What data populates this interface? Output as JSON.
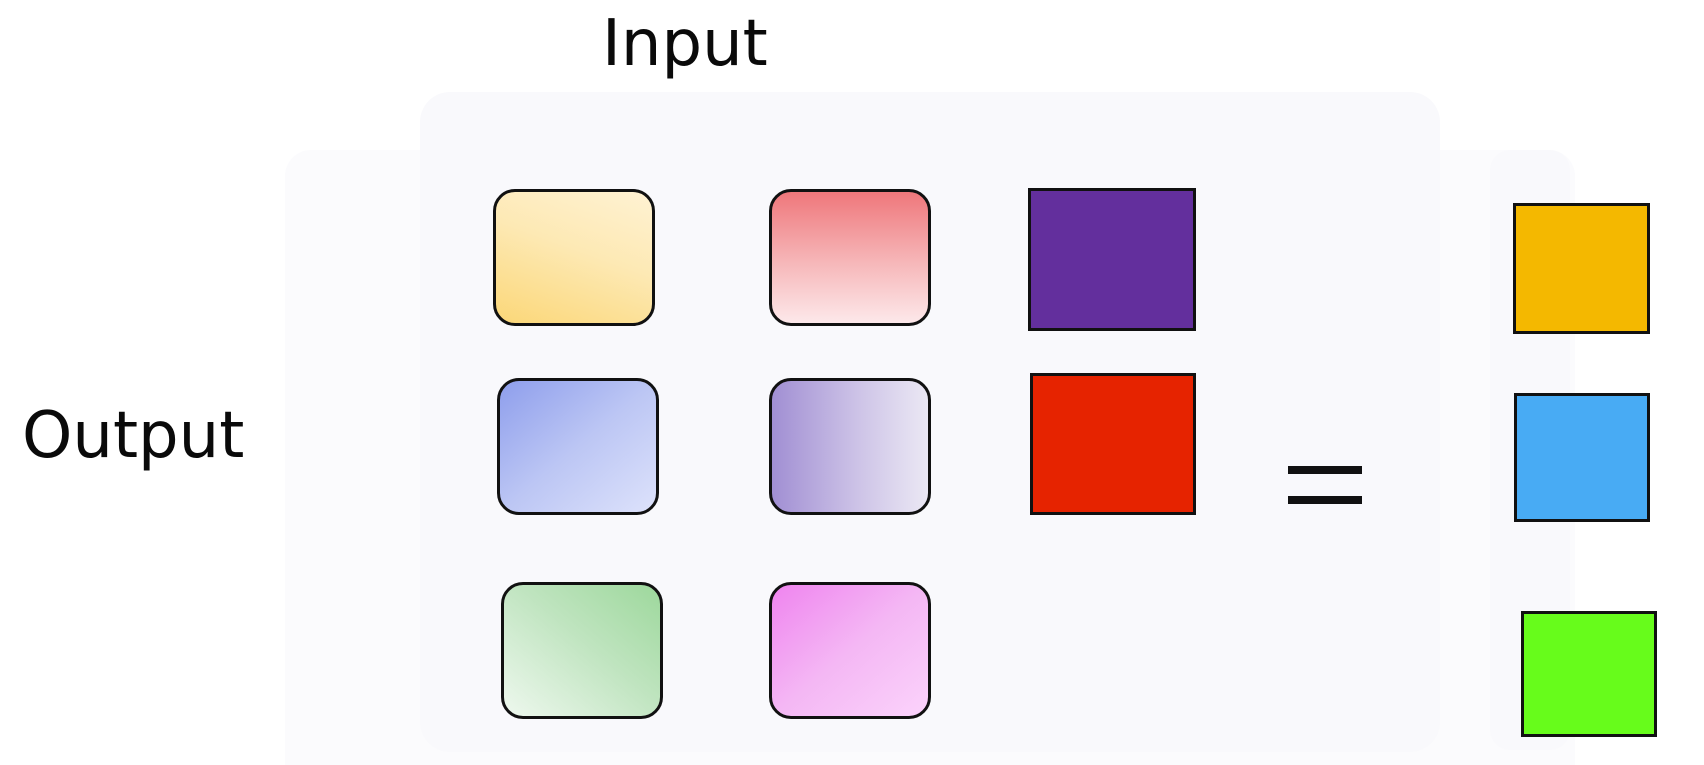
{
  "labels": {
    "input": "Input",
    "output": "Output"
  },
  "weight_matrix": {
    "rows": 3,
    "cols": 2,
    "cells": [
      {
        "row": 1,
        "col": 1,
        "color": "#fde9b4"
      },
      {
        "row": 1,
        "col": 2,
        "color": "#f6b8ba"
      },
      {
        "row": 2,
        "col": 1,
        "color": "#bcc6f4"
      },
      {
        "row": 2,
        "col": 2,
        "color": "#cdc3e7"
      },
      {
        "row": 3,
        "col": 1,
        "color": "#bfe4bf"
      },
      {
        "row": 3,
        "col": 2,
        "color": "#f4b7f4"
      }
    ]
  },
  "input_vector": [
    {
      "color": "#632f9d"
    },
    {
      "color": "#e62300"
    }
  ],
  "output_vector": [
    {
      "color": "#f4b800"
    },
    {
      "color": "#48abf4"
    },
    {
      "color": "#67fc1b"
    }
  ],
  "operator": "equals-sign",
  "colors": {
    "outline": "#111111",
    "text": "#0a0a0a",
    "background": "#ffffff"
  }
}
